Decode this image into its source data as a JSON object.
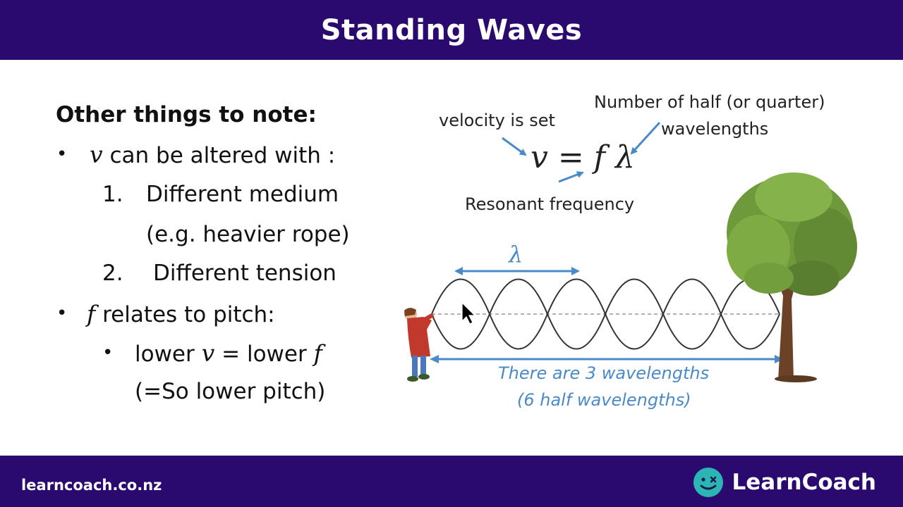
{
  "header": {
    "title": "Standing Waves"
  },
  "notes": {
    "heading": "Other things to note:",
    "v_symbol": "v",
    "v_text": "can be altered with :",
    "item1_num": "1.",
    "item1_text": "Different medium",
    "item1_sub": "(e.g. heavier rope)",
    "item2_num": "2.",
    "item2_text": "Different tension",
    "f_symbol": "f",
    "f_text": "relates to pitch:",
    "lower_v_pre": "lower",
    "lower_v_sym": "v",
    "lower_v_mid": "= lower",
    "lower_f_sym": "f",
    "lower_pitch": "(=So lower pitch)"
  },
  "diagram": {
    "velocity_label": "velocity is set",
    "half_label_line1": "Number of half (or quarter)",
    "half_label_line2": "wavelengths",
    "equation": "v = f λ",
    "frequency_label": "Resonant frequency",
    "lambda_label": "λ",
    "wavelength_line1": "There are 3 wavelengths",
    "wavelength_line2": "(6 half wavelengths)",
    "accent_color": "#4a8ac8"
  },
  "footer": {
    "url": "learncoach.co.nz",
    "brand": "LearnCoach",
    "logo_color": "#2bb5b5"
  }
}
